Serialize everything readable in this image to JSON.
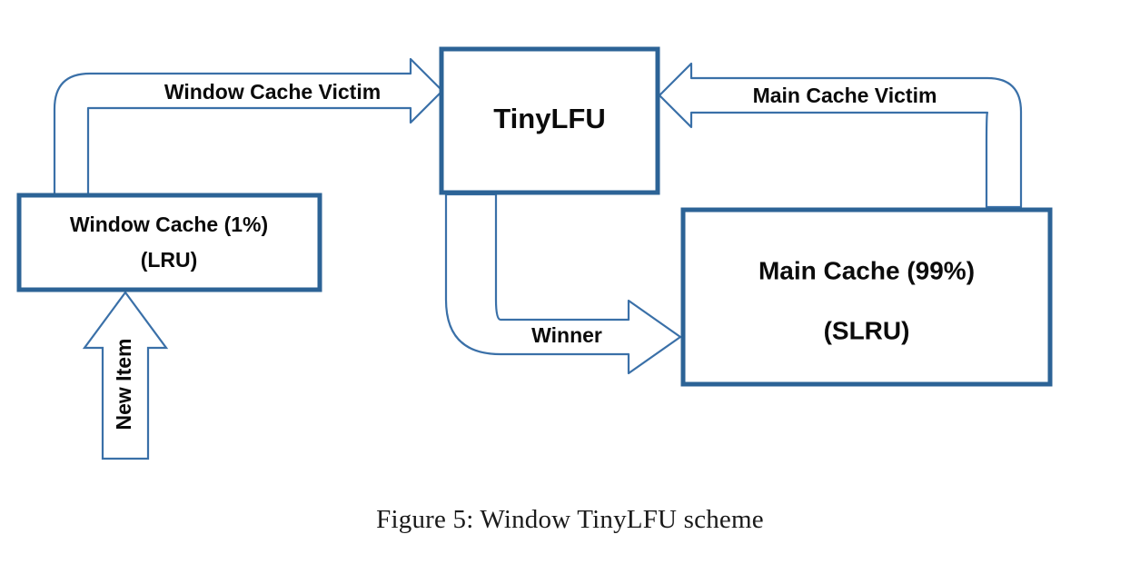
{
  "figure": {
    "caption": "Figure 5: Window TinyLFU scheme",
    "colors": {
      "box_border": "#2C6396",
      "arrow_outline": "#3A70A8",
      "text": "#0b0b0b",
      "background": "#ffffff"
    }
  },
  "boxes": [
    {
      "id": "window-cache",
      "line1": "Window Cache (1%)",
      "line2": "(LRU)"
    },
    {
      "id": "tinylfu",
      "line1": "TinyLFU",
      "line2": ""
    },
    {
      "id": "main-cache",
      "line1": "Main Cache (99%)",
      "line2": "(SLRU)"
    }
  ],
  "arrows": [
    {
      "id": "window-cache-victim",
      "label": "Window Cache Victim",
      "from": "window-cache",
      "to": "tinylfu",
      "direction": "up-then-right"
    },
    {
      "id": "main-cache-victim",
      "label": "Main Cache Victim",
      "from": "main-cache",
      "to": "tinylfu",
      "direction": "up-then-left"
    },
    {
      "id": "winner",
      "label": "Winner",
      "from": "tinylfu",
      "to": "main-cache",
      "direction": "down-then-right"
    },
    {
      "id": "new-item",
      "label": "New Item",
      "from": "",
      "to": "window-cache",
      "direction": "up"
    }
  ]
}
